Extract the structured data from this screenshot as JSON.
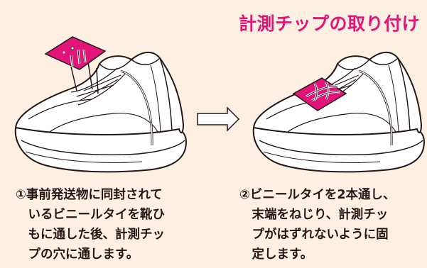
{
  "title": "計測チップの取り付け",
  "colors": {
    "background": "#fdf0e2",
    "accent": "#e2147a",
    "text": "#231815"
  },
  "steps": [
    {
      "lines": [
        "①事前発送物に同封されて",
        "いるビニールタイを靴ひ",
        "もに通した後、計測チッ",
        "プの穴に通します。"
      ]
    },
    {
      "lines": [
        "②ビニールタイを2本通し、",
        "末端をねじり、計測チッ",
        "プがはずれないように固",
        "定します。"
      ]
    }
  ],
  "icons": {
    "arrow": "right-arrow-icon",
    "shoe": "sneaker-illustration"
  }
}
